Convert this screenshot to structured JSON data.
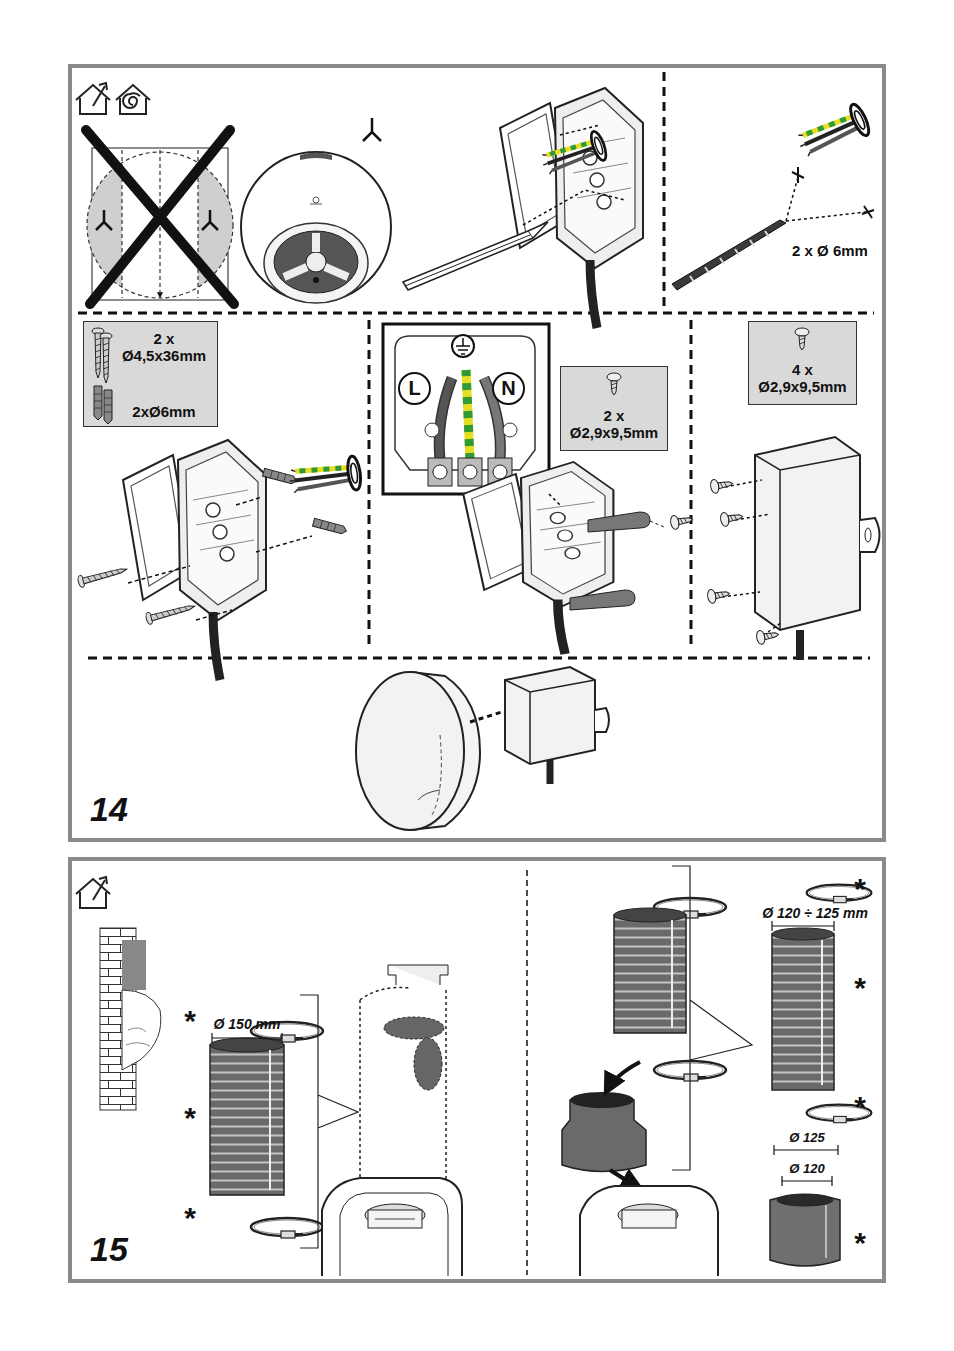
{
  "diagram": {
    "nodes": [
      {
        "text": [
          "14"
        ]
      },
      {
        "text": [
          "2 x Ø4,5x36mm",
          "2xØ6mm"
        ],
        "in": 0
      },
      {
        "text": [
          "L"
        ],
        "in": 0
      },
      {
        "text": [
          "N"
        ],
        "in": 0
      },
      {
        "text": [
          "2 x Ø2,9x9,5mm"
        ],
        "in": 0
      },
      {
        "text": [
          "4 x Ø2,9x9,5mm"
        ],
        "in": 0
      },
      {
        "text": [
          "15"
        ]
      }
    ],
    "labels": [
      "2 x Ø 6mm",
      "*",
      "Ø 150 mm",
      "*",
      "*",
      "*",
      "Ø 120 ÷ 125 mm",
      "*",
      "*",
      "Ø 125",
      "Ø 120",
      "*"
    ]
  }
}
